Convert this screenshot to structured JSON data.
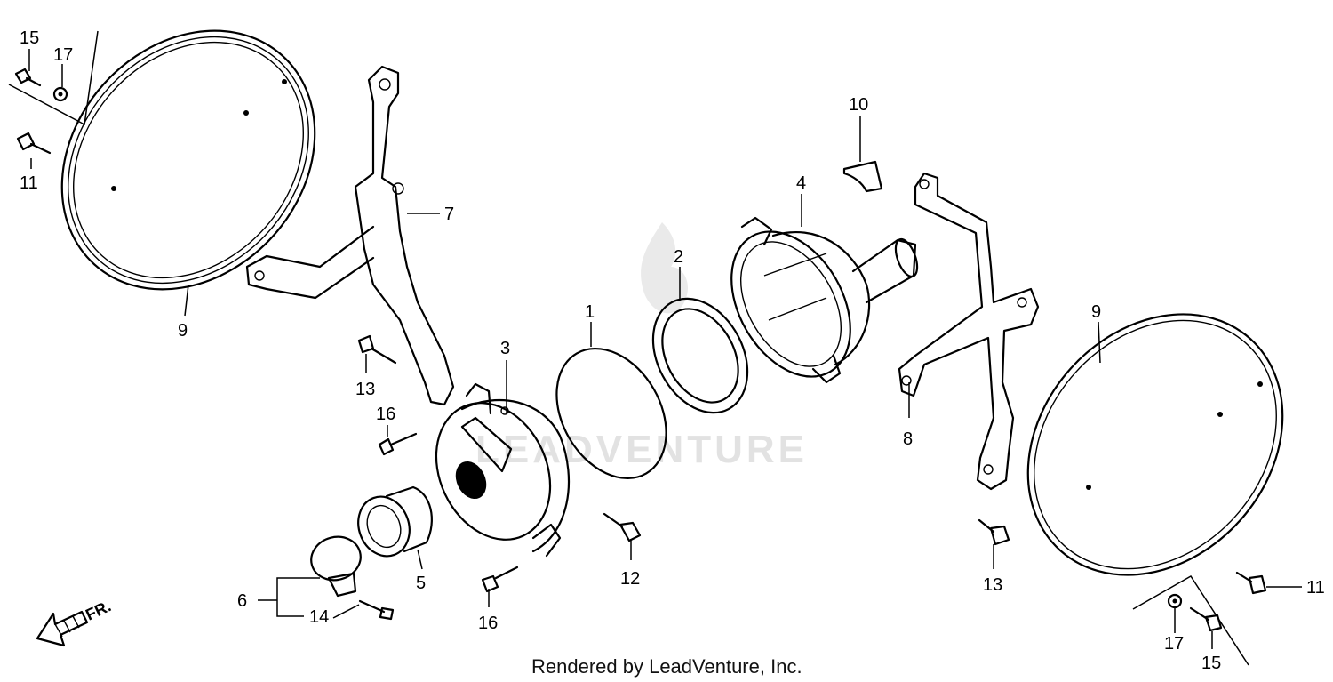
{
  "callouts": {
    "c1": "1",
    "c2": "2",
    "c3": "3",
    "c4": "4",
    "c5": "5",
    "c6": "6",
    "c7": "7",
    "c8": "8",
    "c9a": "9",
    "c9b": "9",
    "c10": "10",
    "c11a": "11",
    "c11b": "11",
    "c12": "12",
    "c13a": "13",
    "c13b": "13",
    "c14": "14",
    "c15a": "15",
    "c15b": "15",
    "c16a": "16",
    "c16b": "16",
    "c17a": "17",
    "c17b": "17"
  },
  "direction_label": "FR.",
  "watermark_text": "LEADVENTURE",
  "footer": "Rendered by LeadVenture, Inc."
}
